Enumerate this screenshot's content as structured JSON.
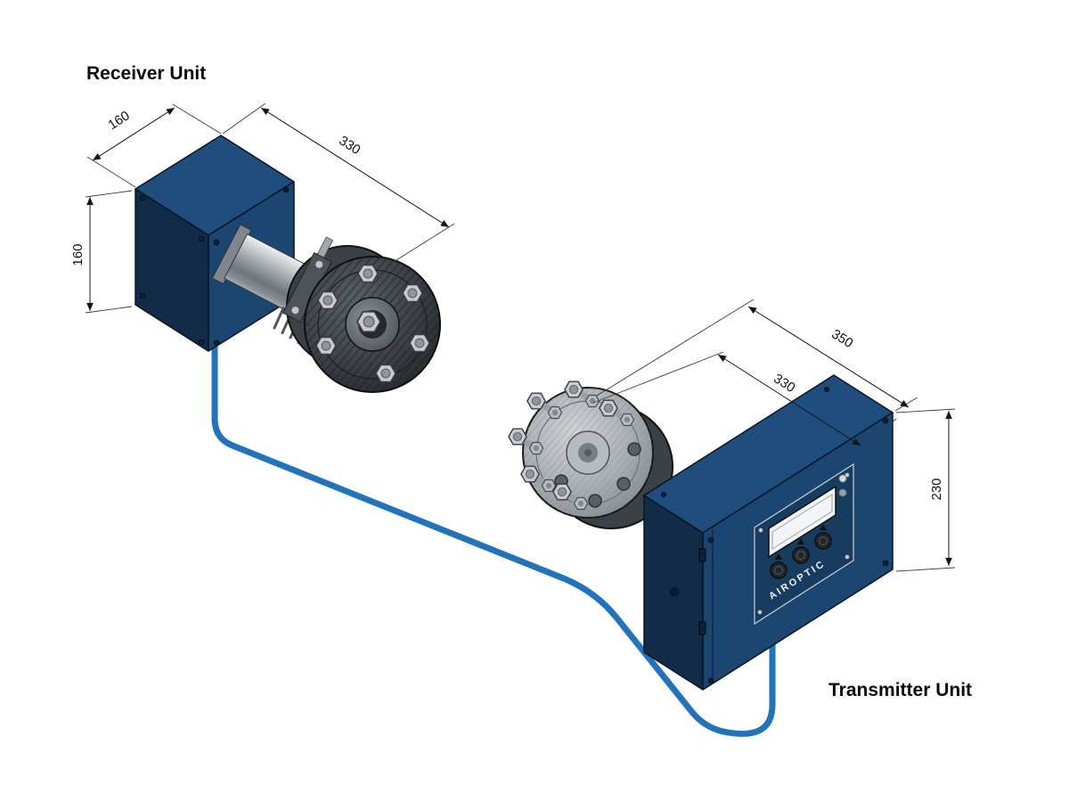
{
  "diagram": {
    "receiver": {
      "title": "Receiver Unit",
      "dims": {
        "depth": "160",
        "height": "160",
        "length": "330"
      }
    },
    "transmitter": {
      "title": "Transmitter Unit",
      "dims": {
        "total": "350",
        "length": "330",
        "height": "230"
      },
      "panel": {
        "brand": "AIROPTIC"
      }
    },
    "colors": {
      "enclosure_top": "#1f4e7e",
      "enclosure_front": "#1b4671",
      "enclosure_side": "#122c48",
      "cable": "#2273ba",
      "dimension": "#161616"
    }
  }
}
